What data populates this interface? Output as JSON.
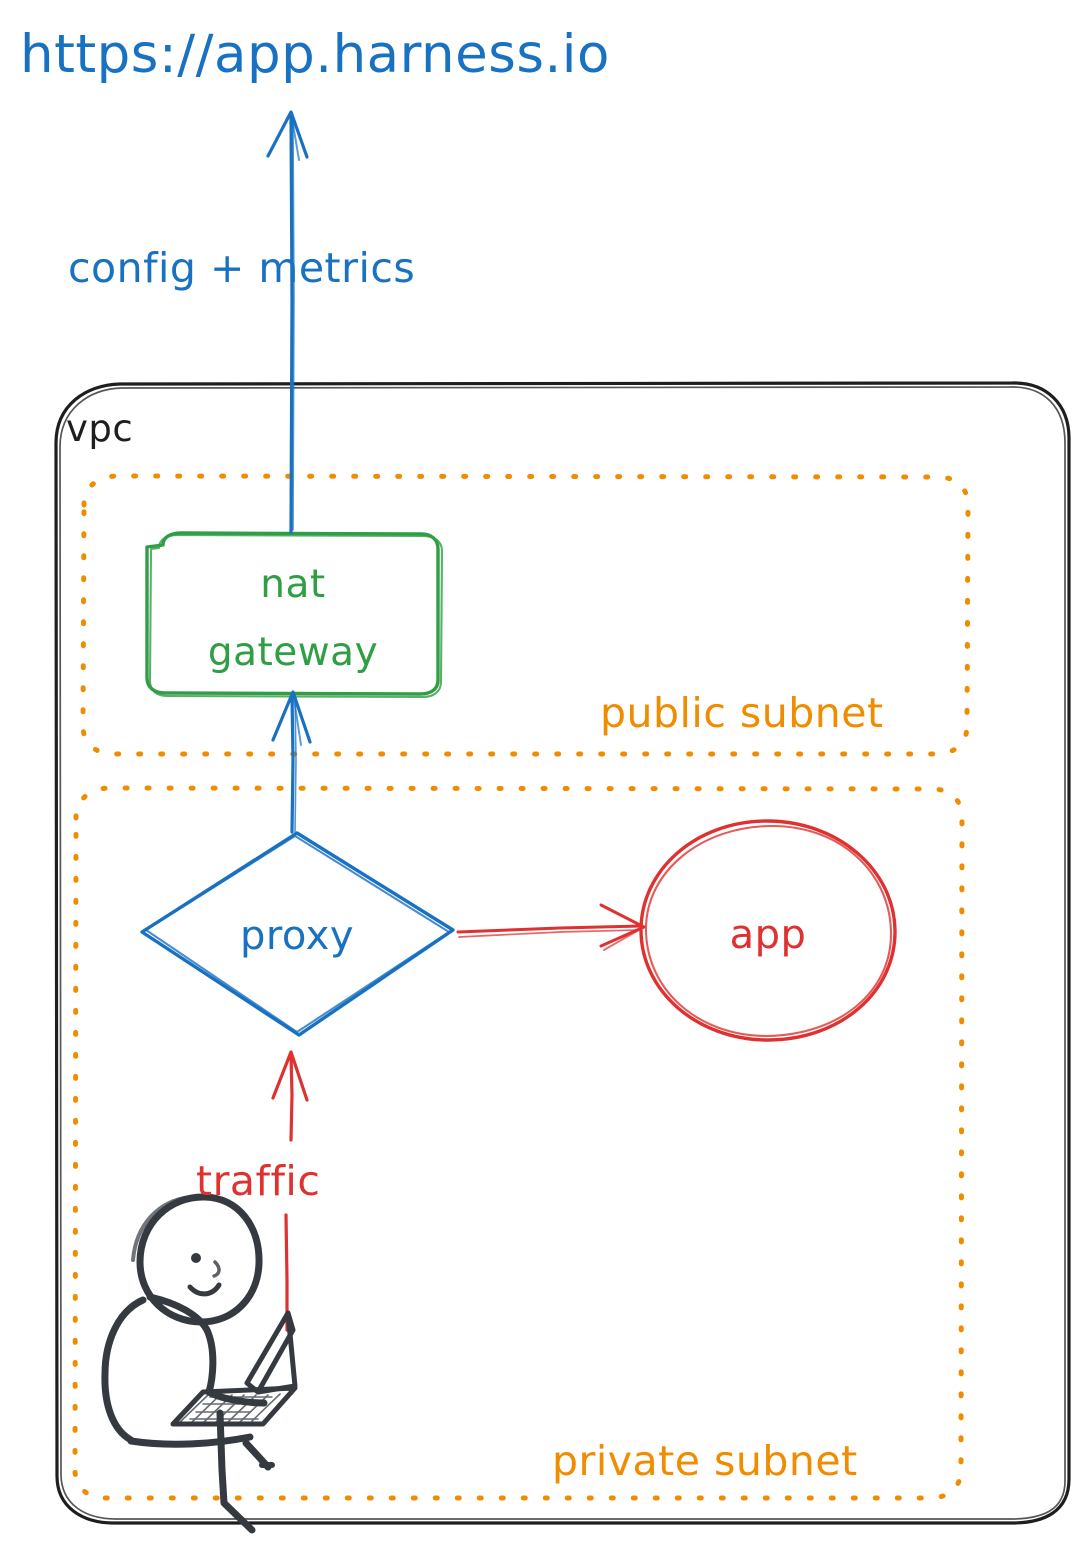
{
  "diagram": {
    "title_url": "https://app.harness.io",
    "labels": {
      "config_metrics": "config + metrics",
      "vpc": "vpc",
      "public_subnet": "public subnet",
      "private_subnet": "private subnet",
      "traffic": "traffic"
    },
    "nodes": {
      "nat_gateway_line1": "nat",
      "nat_gateway_line2": "gateway",
      "proxy": "proxy",
      "app": "app"
    },
    "colors": {
      "blue": "#1971c2",
      "green": "#2f9e44",
      "red": "#e03131",
      "orange": "#f08c00",
      "black": "#343a40"
    },
    "icons": {
      "person_laptop": "person-with-laptop-icon",
      "arrow_up_internet": "arrow-up-icon",
      "arrow_up_nat": "arrow-up-icon",
      "arrow_right_app": "arrow-right-icon",
      "arrow_up_traffic": "arrow-up-icon"
    }
  }
}
